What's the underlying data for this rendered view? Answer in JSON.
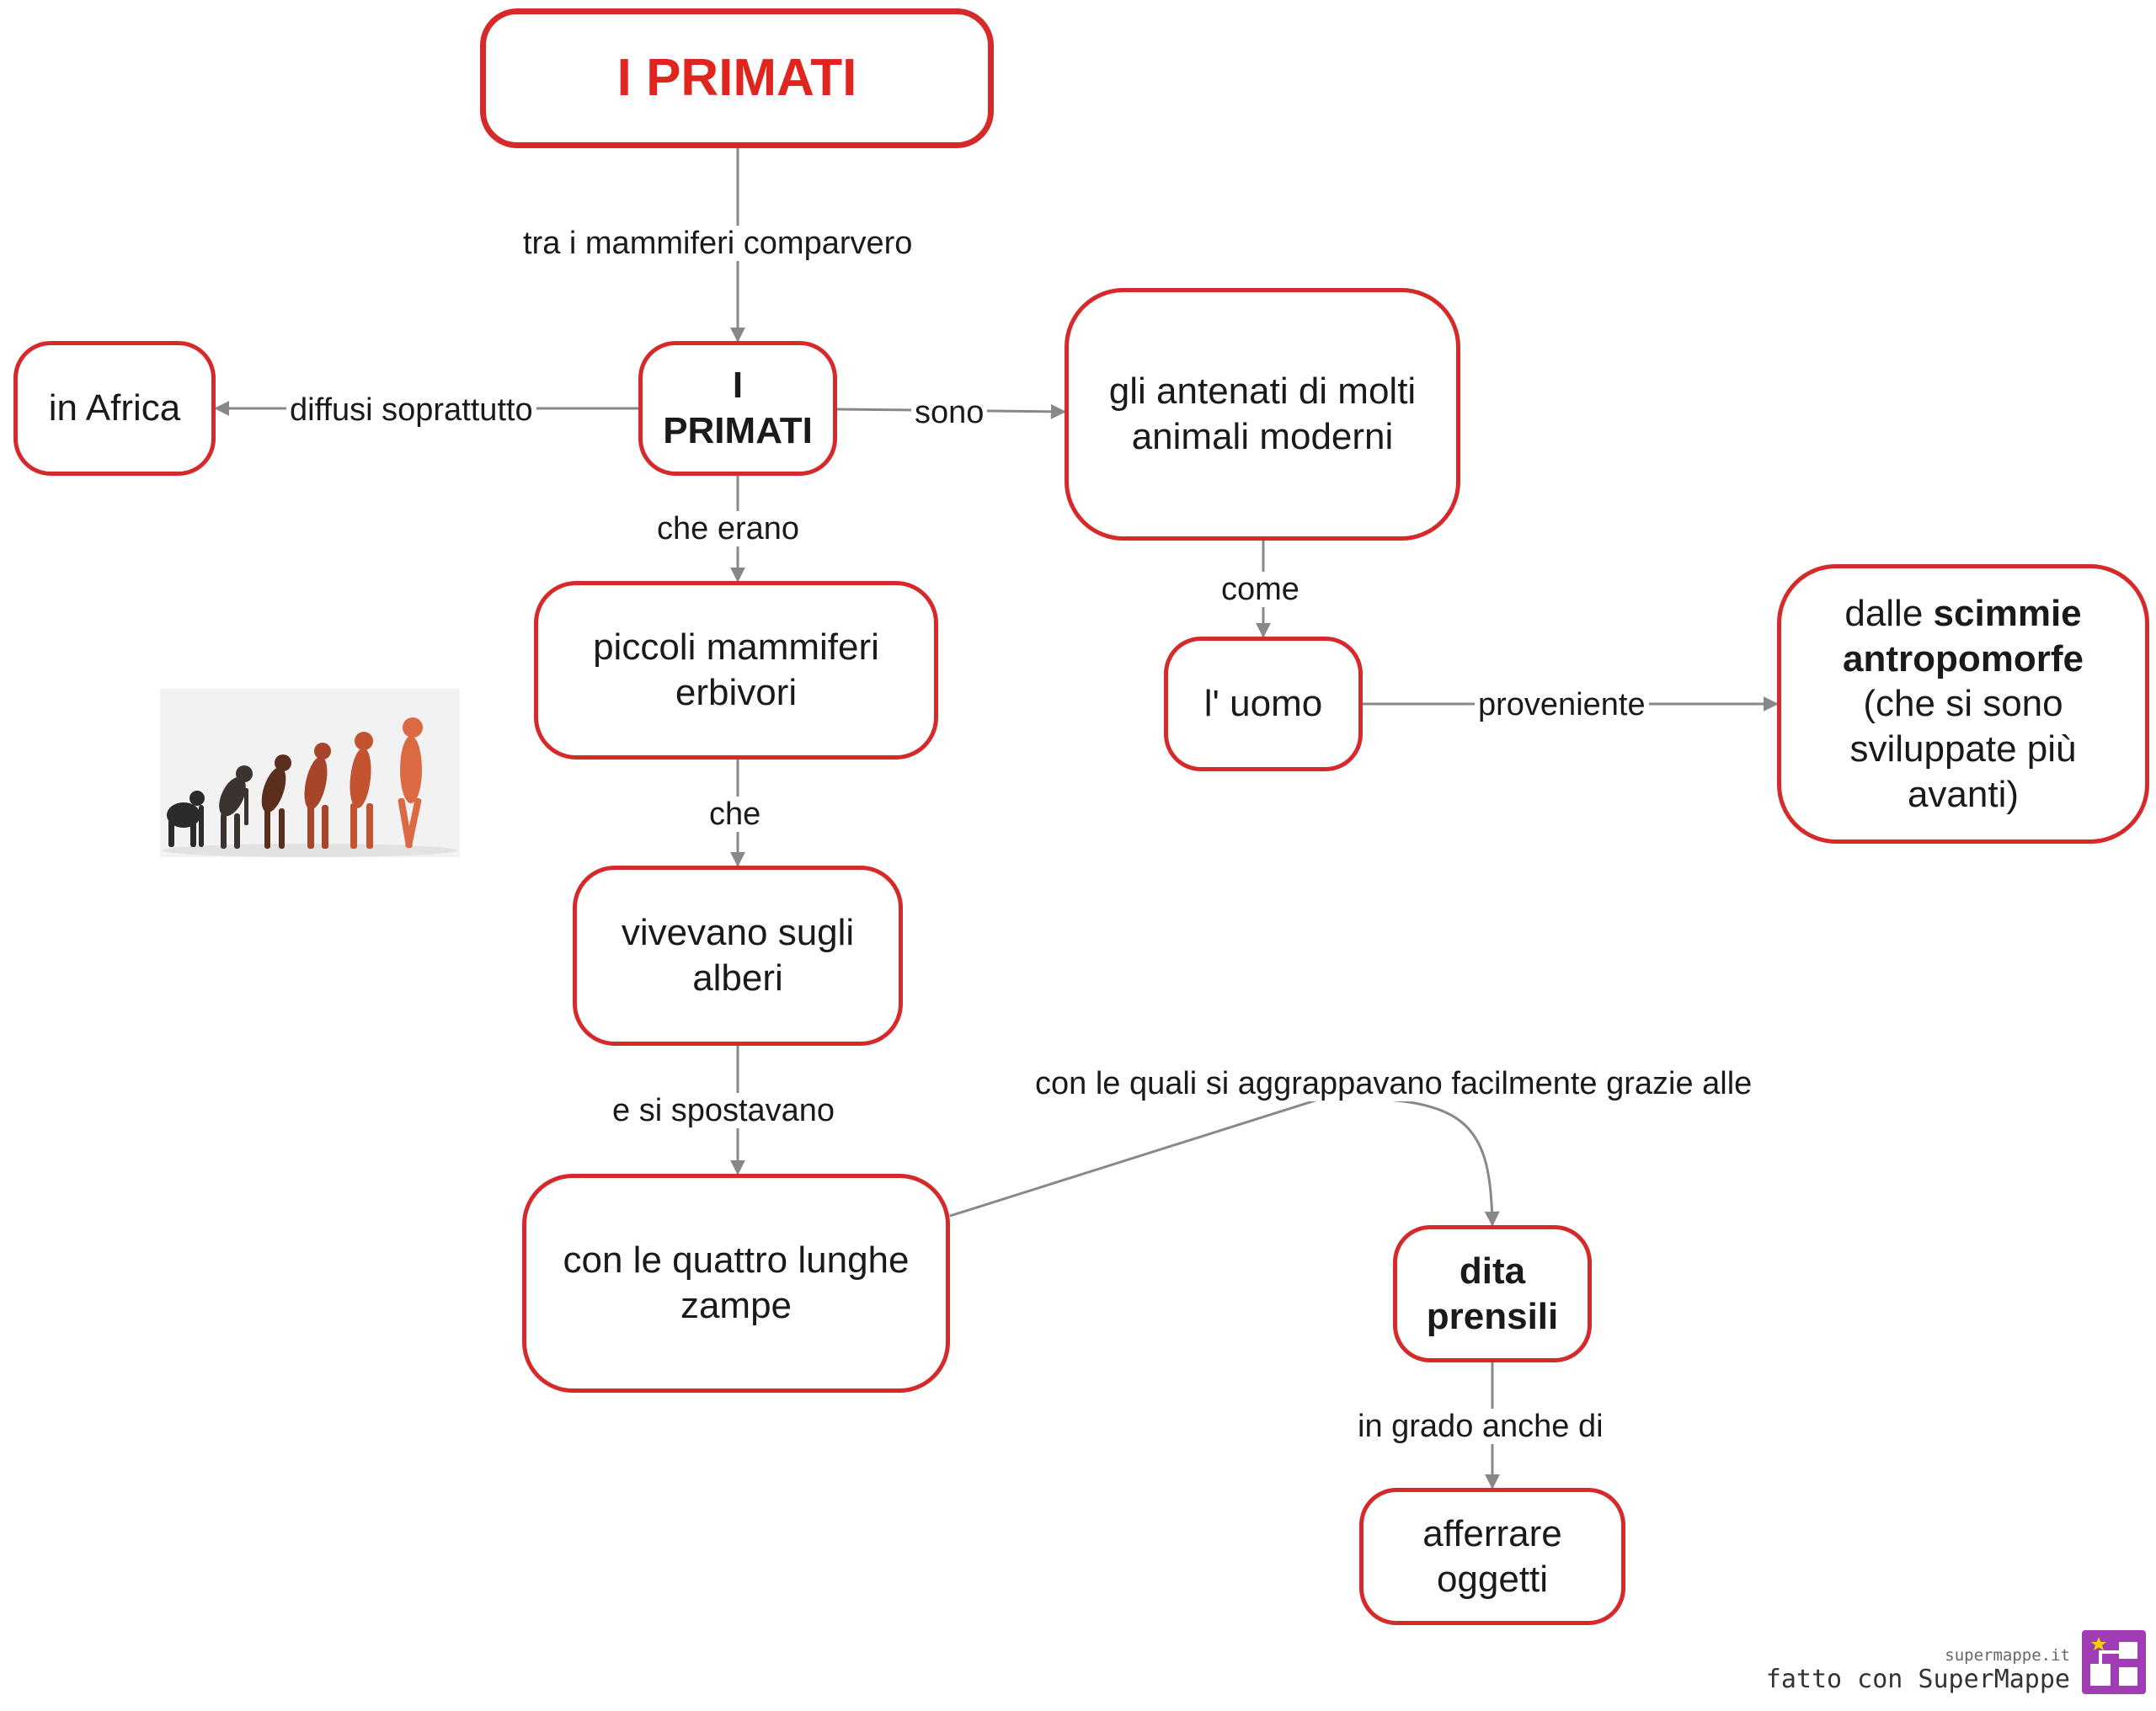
{
  "nodes": {
    "title": "I PRIMATI",
    "primati": "I\nPRIMATI",
    "africa": "in Africa",
    "antenati": "gli antenati di molti\nanimali moderni",
    "piccoli": "piccoli mammiferi\nerbivori",
    "uomo": "l' uomo",
    "scimmie_pre": "dalle ",
    "scimmie_bold": "scimmie\nantropomorfe",
    "scimmie_post": "(che si sono\nsviluppate più\navanti)",
    "alberi": "vivevano sugli\nalberi",
    "zampe": "con le quattro lunghe\nzampe",
    "dita": "dita\nprensili",
    "afferrare": "afferrare\noggetti"
  },
  "links": {
    "tra": "tra i mammiferi comparvero",
    "diffusi": "diffusi soprattutto",
    "sono": "sono",
    "che_erano": "che erano",
    "come": "come",
    "proveniente": "proveniente",
    "che": "che",
    "e_si_spostavano": "e si spostavano",
    "con_le_quali": "con le quali si aggrappavano facilmente grazie alle",
    "in_grado": "in grado anche di"
  },
  "colors": {
    "node_border": "#d62a2a",
    "title_text": "#e0251f",
    "edge": "#888888",
    "logo": "#a03cb4"
  },
  "icons": {
    "image": "human-evolution-illustration",
    "logo": "supermappe-logo-icon"
  },
  "footer": {
    "site": "supermappe.it",
    "made_with": "fatto con SuperMappe"
  }
}
